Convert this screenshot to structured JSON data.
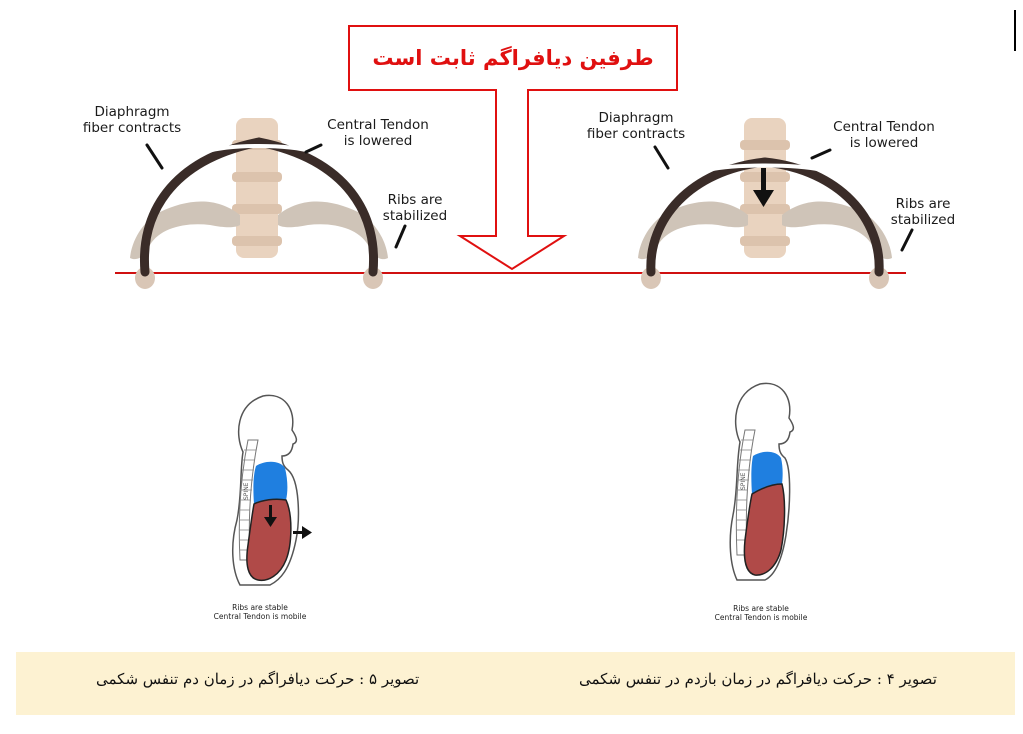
{
  "banner": {
    "text": "طرفین دیافراگم ثابت است"
  },
  "left_diagram": {
    "label_fiber": [
      "Diaphragm",
      "fiber contracts"
    ],
    "label_tendon": [
      "Central Tendon",
      "is lowered"
    ],
    "label_ribs": [
      "Ribs are",
      "stabilized"
    ]
  },
  "right_diagram": {
    "label_fiber": [
      "Diaphragm",
      "fiber contracts"
    ],
    "label_tendon": [
      "Central Tendon",
      "is lowered"
    ],
    "label_ribs": [
      "Ribs are",
      "stabilized"
    ]
  },
  "left_body": {
    "spine_label": "SPINE",
    "caption": [
      "Ribs are stable",
      "Central Tendon is mobile"
    ]
  },
  "right_body": {
    "spine_label": "SPINE",
    "caption": [
      "Ribs are stable",
      "Central Tendon is mobile"
    ]
  },
  "captions": {
    "left": "تصویر ۵ : حرکت دیافراگم در زمان دم تنفس شکمی",
    "right": "تصویر ۴ : حرکت دیافراگم در زمان بازدم در تنفس شکمی"
  },
  "colors": {
    "banner_text": "#e01010",
    "red_line": "#d01010",
    "bone": "#e9d3bf",
    "rib": "#cfc4b8",
    "diaphragm": "#3a2c28",
    "chest_blue": "#1f7fe0",
    "abdomen_red": "#b04a48",
    "caption_bg": "#fdf2d2"
  }
}
